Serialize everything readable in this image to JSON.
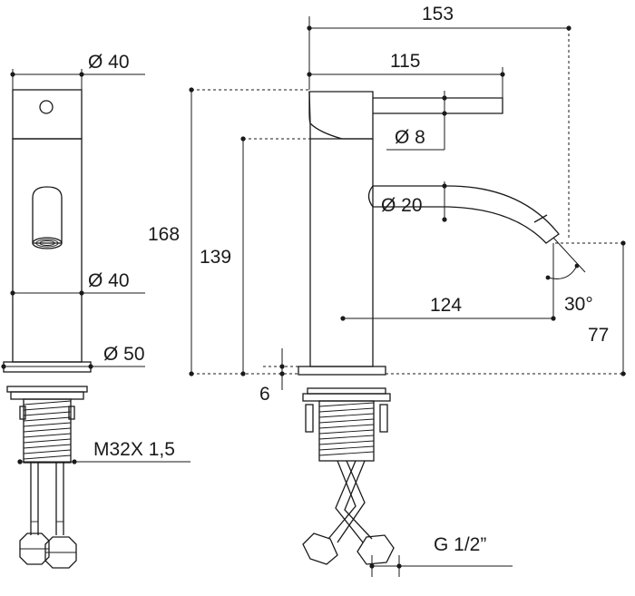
{
  "dimensions": {
    "side_top_diameter": "Ø 40",
    "side_body_diameter": "Ø 40",
    "side_base_diameter": "Ø 50",
    "thread": "M32X 1,5",
    "overall_width": "153",
    "handle_length": "115",
    "handle_diameter": "Ø 8",
    "spout_diameter": "Ø 20",
    "total_height": "168",
    "body_height": "139",
    "spout_reach": "124",
    "spout_angle": "30°",
    "outlet_height": "77",
    "base_thickness": "6",
    "connection": "G 1/2”"
  }
}
